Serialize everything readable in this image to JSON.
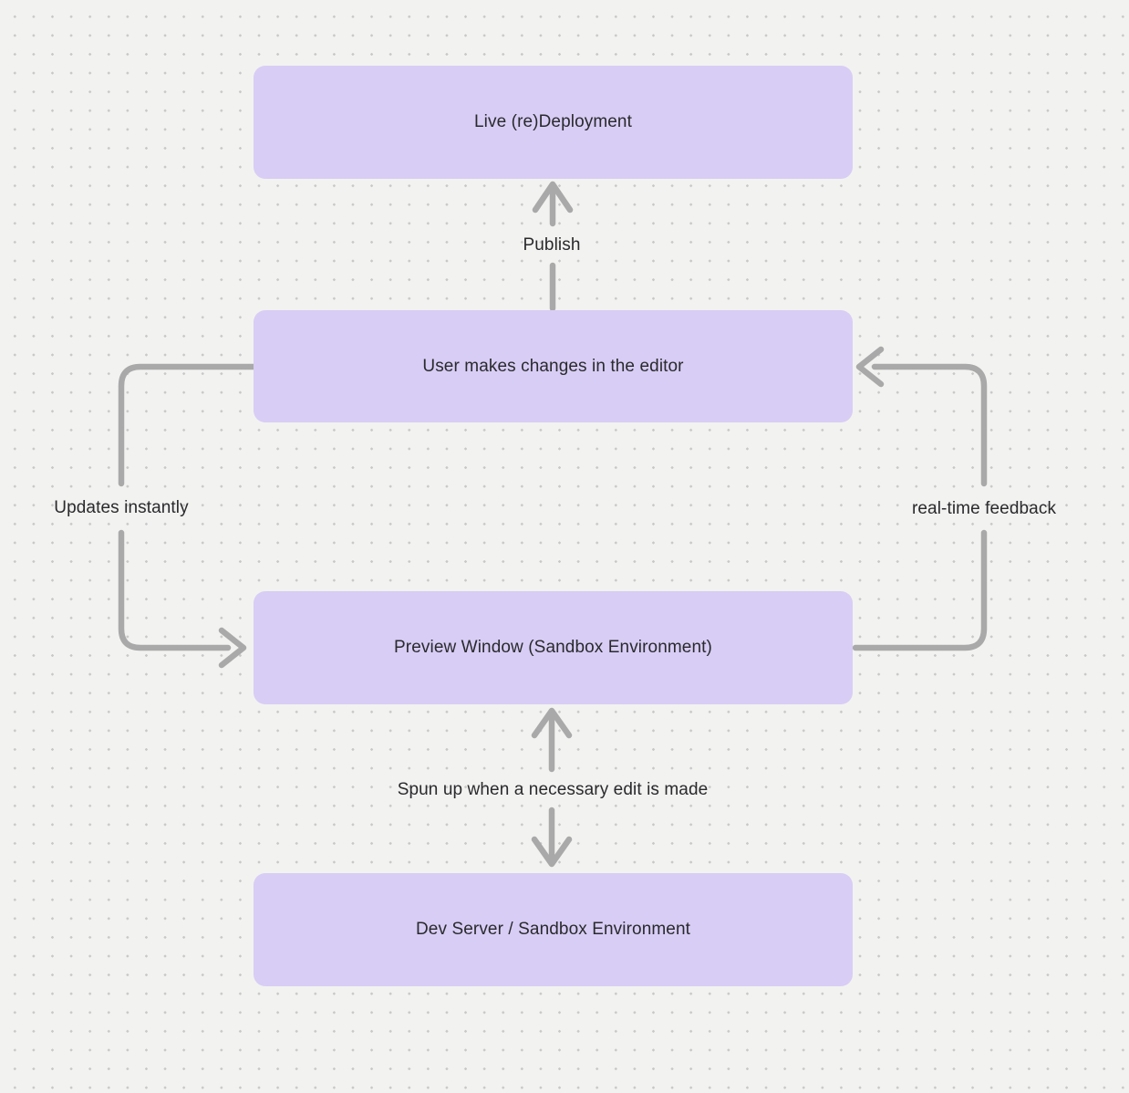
{
  "colors": {
    "background": "#f2f2f0",
    "dot": "#c8c8c8",
    "node_fill": "#d8cdf5",
    "arrow": "#a9a9a9",
    "text": "#2a2a2d"
  },
  "nodes": [
    {
      "id": "live-deployment",
      "label": "Live (re)Deployment"
    },
    {
      "id": "user-editor",
      "label": "User makes changes in the editor"
    },
    {
      "id": "preview-window",
      "label": "Preview Window (Sandbox Environment)"
    },
    {
      "id": "dev-server",
      "label": "Dev Server / Sandbox Environment"
    }
  ],
  "edges": [
    {
      "label": "Publish",
      "from": "user-editor",
      "to": "live-deployment",
      "arrow": "up"
    },
    {
      "label": "Updates instantly",
      "from": "user-editor",
      "to": "preview-window",
      "arrow": "down-left-side"
    },
    {
      "label": "real-time feedback",
      "from": "preview-window",
      "to": "user-editor",
      "arrow": "up-right-side"
    },
    {
      "label": "Spun up when a necessary edit is made",
      "from": "preview-window",
      "to": "dev-server",
      "arrow": "bidirectional"
    }
  ]
}
